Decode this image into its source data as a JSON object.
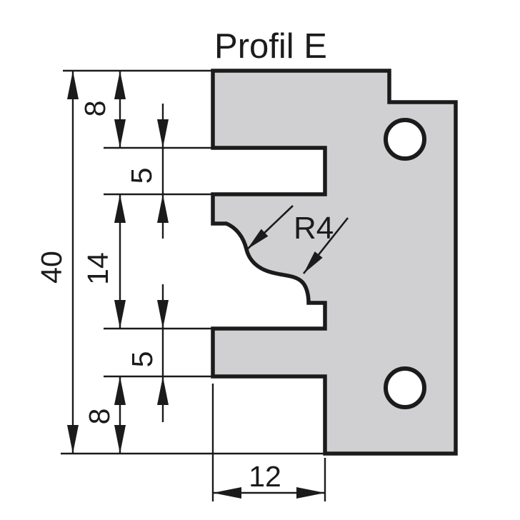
{
  "title": "Profil E",
  "dimensions": {
    "overall_height": "40",
    "top_thickness": "8",
    "upper_slot_height": "5",
    "middle_section_height": "14",
    "lower_tab_height": "5",
    "bottom_thickness": "8",
    "bottom_notch_width": "12",
    "profile_radius": "R4"
  },
  "colors": {
    "profile_fill": "#d0d0d2",
    "line": "#1b1b1b",
    "background": "#ffffff"
  }
}
